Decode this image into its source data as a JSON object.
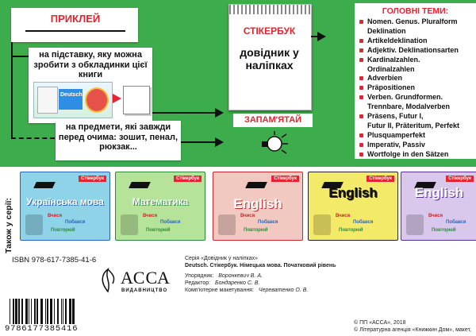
{
  "apply": {
    "label": "ПРИКЛЕЙ"
  },
  "stand": {
    "text": "на підставку, яку можна зробити з обкладинки цієї книги"
  },
  "subjects": {
    "text": "на предмети, які завжди перед очима: зошит, пенал, рюкзак..."
  },
  "stickerbook": {
    "label": "СТІКЕРБУК",
    "title": "довідник у наліпках"
  },
  "remember": {
    "label": "ЗАПАМ'ЯТАЙ"
  },
  "topics": {
    "heading": "ГОЛОВНІ ТЕМИ:",
    "items": [
      "Nomen. Genus. Pluralform",
      "Deklination",
      "Artikeldeklination",
      "Adjektiv. Deklinationsarten",
      "Kardinalzahlen.",
      "Ordinalzahlen",
      "Adverbien",
      "Präpositionen",
      "Verben. Grundformen.",
      "Trennbare, Modalverben",
      "Präsens, Futur I,",
      "Futur II, Präteritum, Perfekt",
      "Plusquamperfekt",
      "Imperativ, Passiv",
      "Wortfolge in den Sätzen"
    ],
    "bullets": [
      true,
      false,
      true,
      true,
      true,
      false,
      true,
      true,
      true,
      false,
      true,
      false,
      true,
      true,
      true
    ]
  },
  "series_side": "Також у серії:",
  "covers": [
    {
      "title": "Українська мова",
      "bg": "#8fd3e8",
      "accent": "#2a66b8"
    },
    {
      "title": "Математика",
      "bg": "#b6e39a",
      "accent": "#2e8a3a"
    },
    {
      "title": "English",
      "bg": "#f2c9c0",
      "accent": "#c62a2a"
    },
    {
      "title": "English",
      "bg": "#f4ea6a",
      "accent": "#222222"
    },
    {
      "title": "English",
      "bg": "#d9c8ec",
      "accent": "#5a2f96"
    }
  ],
  "cover_tag": "Стікербук",
  "cover_words": [
    "Вчися",
    "Повторюй",
    "Побався"
  ],
  "isbn": "ISBN 978-617-7385-41-6",
  "barcode_digits": "9786177385416",
  "publisher": {
    "name": "АССА",
    "sub": "ВИДАВНИЦТВО"
  },
  "info": {
    "series": "Серія «Довідник у наліпках»",
    "title": "Deutsch. Стікербук. Німецька мова. Початковий рівень",
    "compiler_label": "Упорядник:",
    "compiler": "Воронкевич В. А.",
    "editor_label": "Редактор:",
    "editor": "Бондаренко С. В.",
    "layout_label": "Комп'ютерне макетування:",
    "layout": "Череватенко О. В."
  },
  "copyright": [
    "© ПП «АССА», 2018",
    "© Літературна агенція «Книжкин Дом», макет,"
  ],
  "colors": {
    "green": "#3dac4c",
    "red": "#e62330"
  }
}
